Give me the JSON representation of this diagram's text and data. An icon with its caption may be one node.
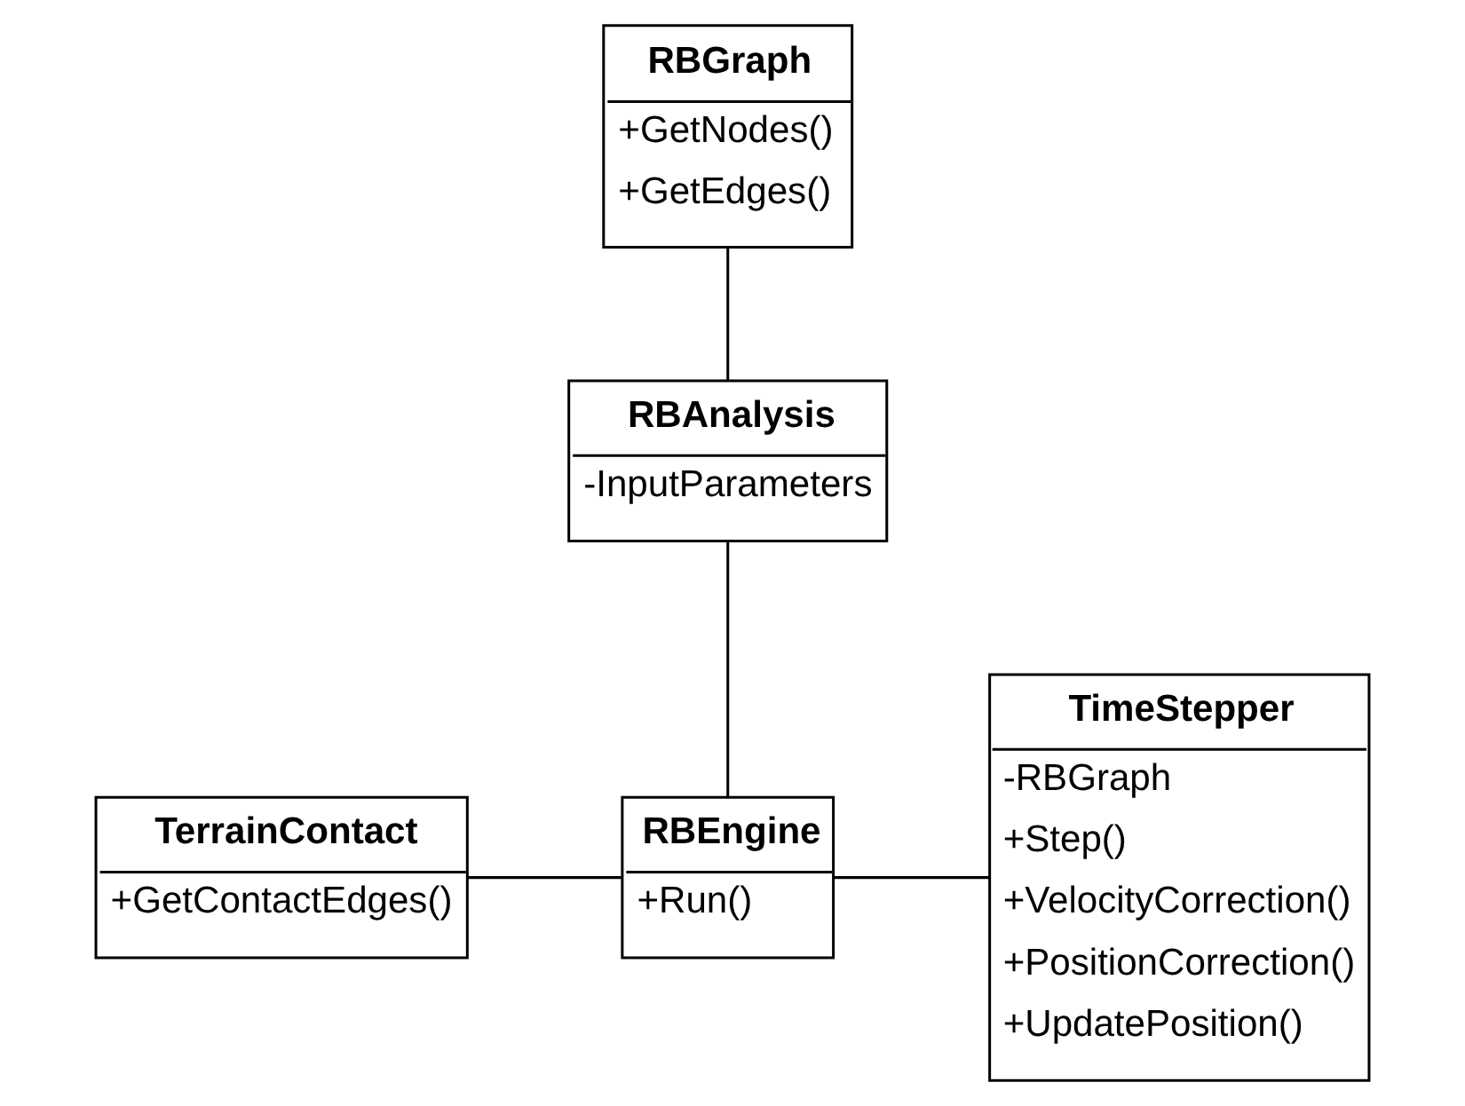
{
  "diagram": {
    "nodes": [
      {
        "text": [
          "RBGraph",
          "+GetNodes()",
          "+GetEdges()"
        ]
      },
      {
        "text": [
          "RBAnalysis",
          "-InputParameters"
        ]
      },
      {
        "text": [
          "TerrainContact",
          "+GetContactEdges()"
        ]
      },
      {
        "text": [
          "RBEngine",
          "+Run()"
        ]
      },
      {
        "text": [
          "TimeStepper",
          "-RBGraph",
          "+Step()",
          "+VelocityCorrection()",
          "+PositionCorrection()",
          "+UpdatePosition()"
        ]
      }
    ],
    "edges": [
      {
        "from": 0,
        "to": 1,
        "arrow": "none"
      },
      {
        "from": 1,
        "to": 3,
        "arrow": "none"
      },
      {
        "from": 2,
        "to": 3,
        "arrow": "none"
      },
      {
        "from": 3,
        "to": 4,
        "arrow": "none"
      }
    ]
  }
}
